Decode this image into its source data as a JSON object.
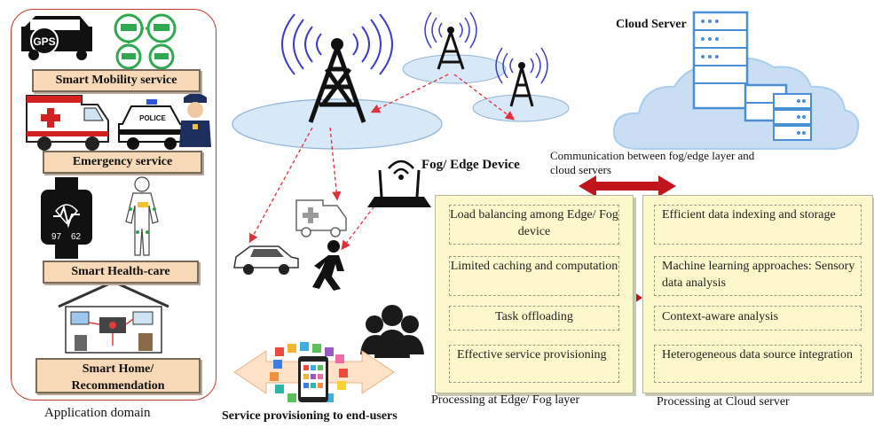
{
  "application_domain": {
    "caption": "Application domain",
    "services": [
      {
        "label": "Smart Mobility service"
      },
      {
        "label": "Emergency service"
      },
      {
        "label": "Smart Health-care"
      },
      {
        "label": "Smart Home/ Recommendation"
      }
    ],
    "gps_text": "GPS",
    "police_text": "POLICE",
    "watch_reading_left": "97",
    "watch_reading_right": "62"
  },
  "fog_device_label": "Fog/ Edge Device",
  "cloud_server_label": "Cloud Server",
  "communication_label": "Communication between fog/edge layer and cloud servers",
  "service_provisioning_label": "Service provisioning to end-users",
  "edge_layer": {
    "caption": "Processing at Edge/ Fog layer",
    "items": [
      "Load balancing among Edge/ Fog device",
      "Limited caching and computation",
      "Task offloading",
      "Effective service provisioning"
    ]
  },
  "cloud_layer": {
    "caption": "Processing at Cloud server",
    "items": [
      "Efficient data indexing and storage",
      "Machine learning approaches: Sensory data analysis",
      "Context-aware analysis",
      "Heterogeneous data source integration"
    ]
  },
  "colors": {
    "panel_border": "#c0392b",
    "label_fill": "#f7d9b8",
    "proc_fill": "#fdf7cc",
    "arrow_red": "#c0161b",
    "signal_blue": "#3c3cc8",
    "cloud_blue": "#a9cdee"
  }
}
